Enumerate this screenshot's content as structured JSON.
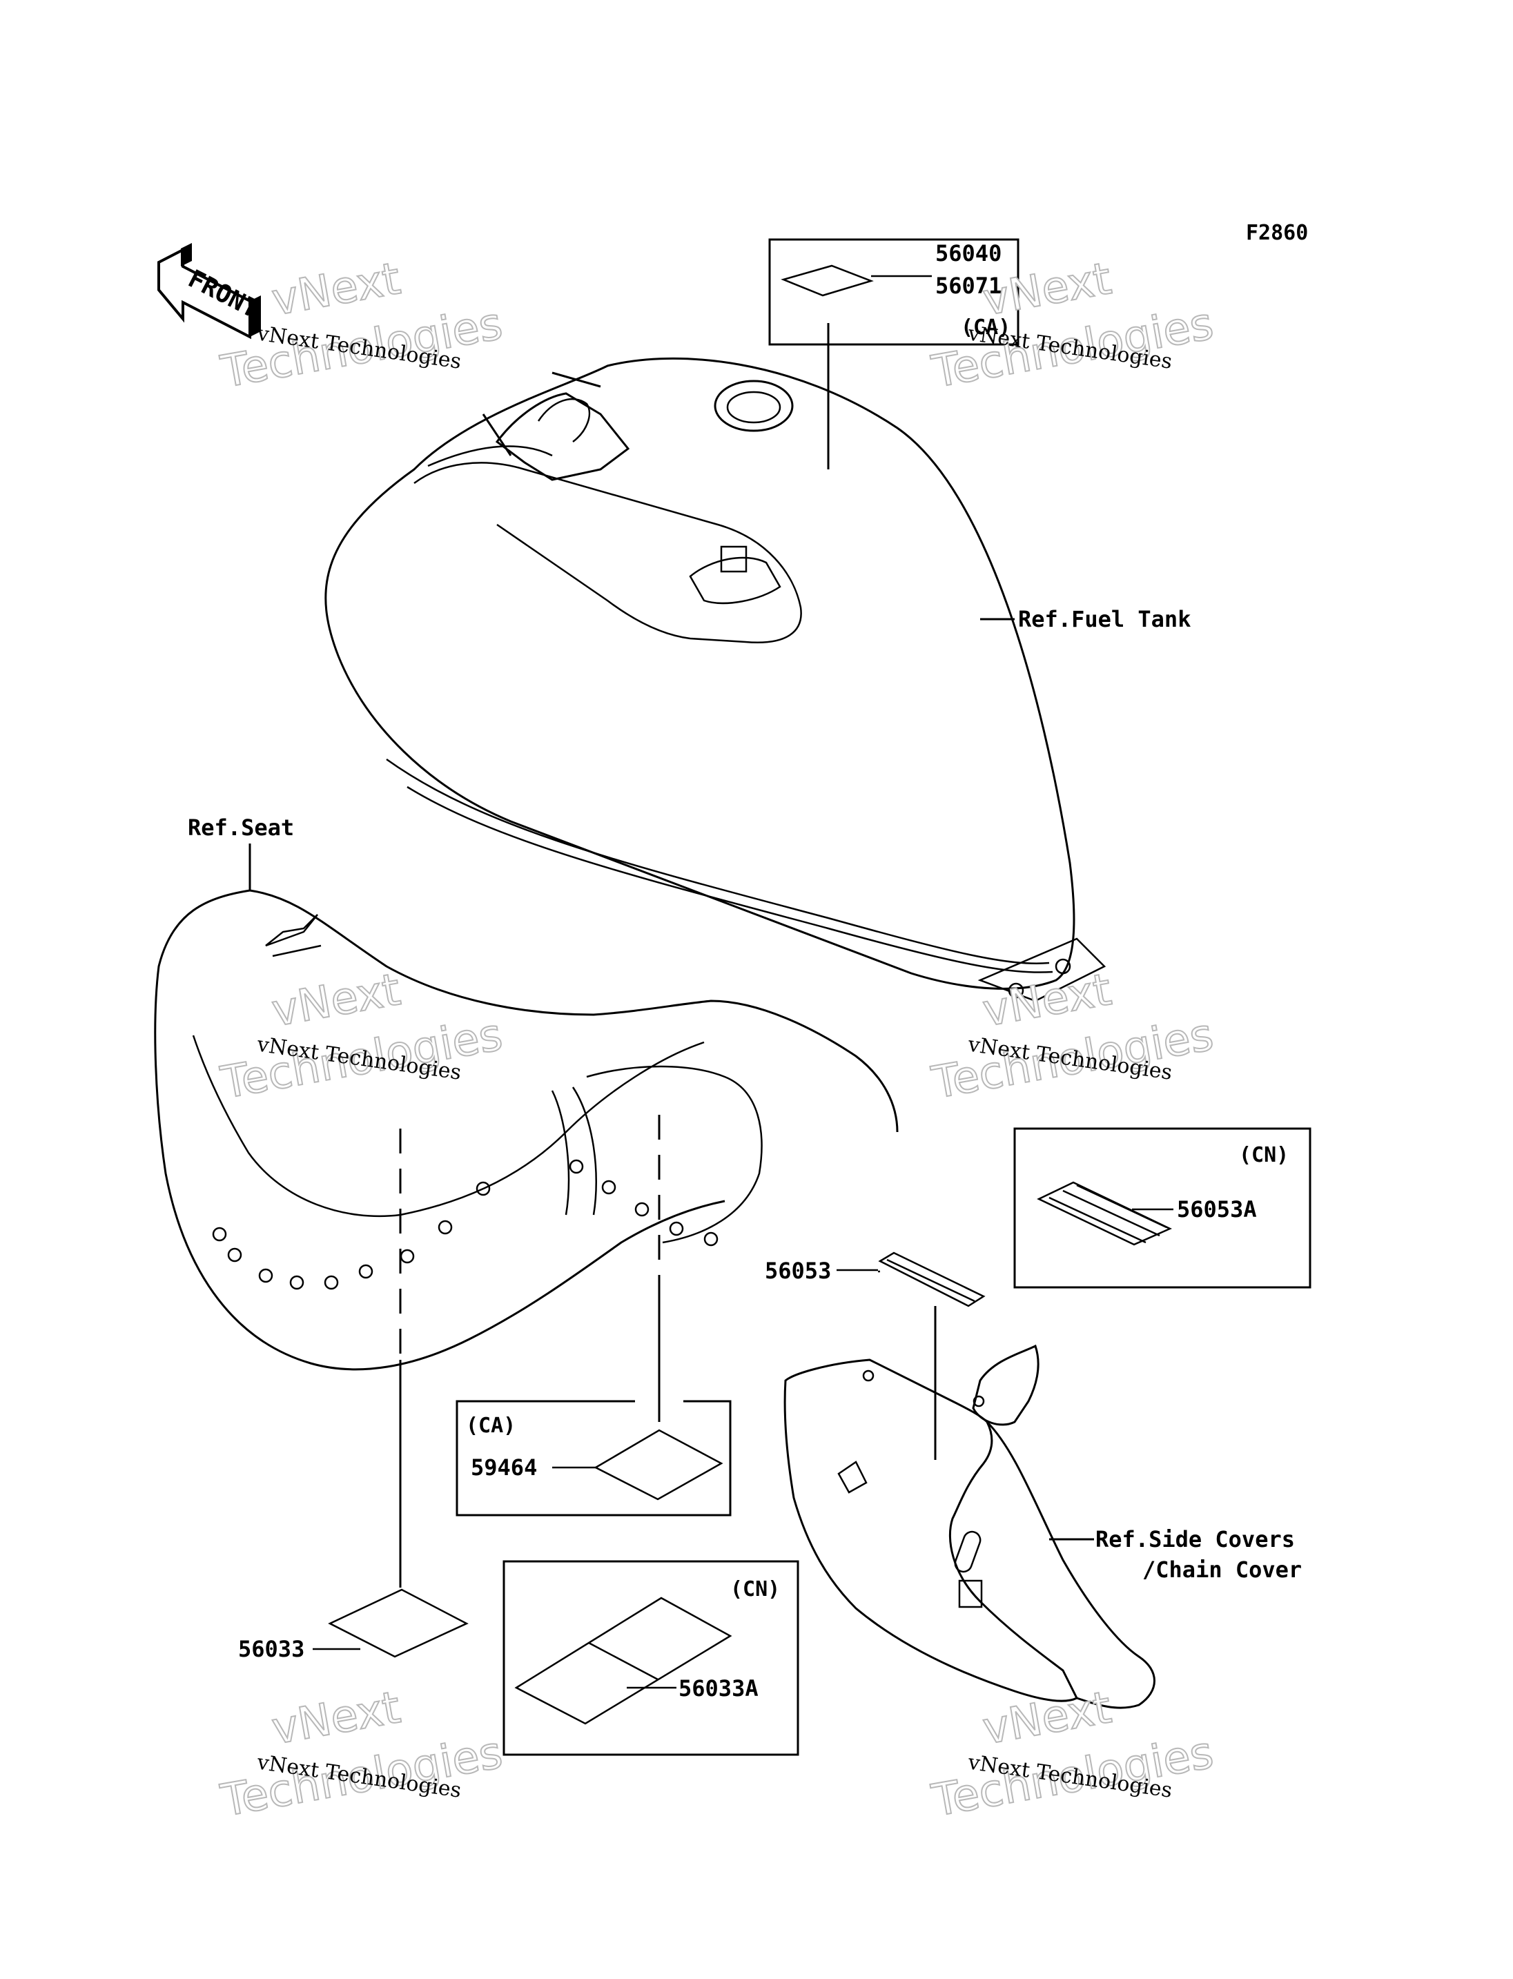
{
  "diagram_code": "F2860",
  "front_label": "FRONT",
  "watermark": {
    "company": "vNext Technologies",
    "brand_top": "vNext",
    "brand_bottom": "Technologies"
  },
  "refs": {
    "fuel_tank": "Ref.Fuel Tank",
    "seat": "Ref.Seat",
    "side_covers_line1": "Ref.Side Covers",
    "side_covers_line2": "/Chain Cover"
  },
  "parts": {
    "p56040": "56040",
    "p56071": "56071",
    "p56053A": "56053A",
    "p56053": "56053",
    "p59464": "59464",
    "p56033": "56033",
    "p56033A": "56033A"
  },
  "tags": {
    "ca_top": "(CA)",
    "cn_right": "(CN)",
    "ca_mid": "(CA)",
    "cn_bottom": "(CN)"
  }
}
